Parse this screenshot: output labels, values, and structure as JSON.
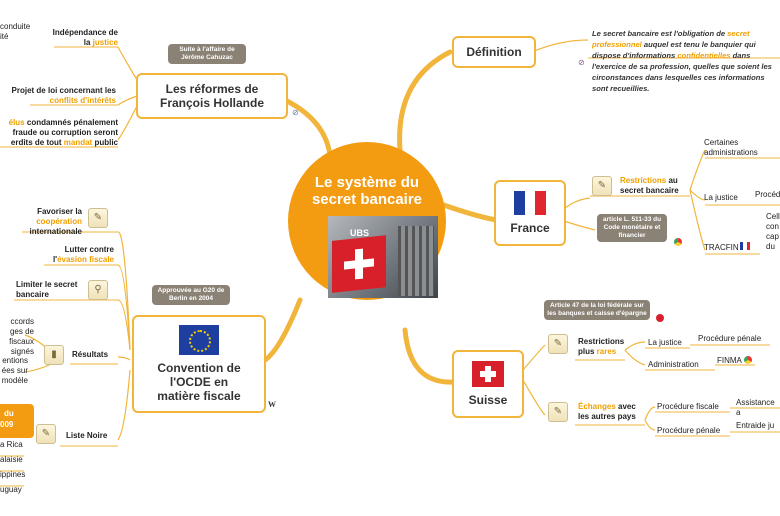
{
  "center": {
    "title_line1": "Le système du",
    "title_line2": "secret bancaire",
    "photo_label": "UBS"
  },
  "definition": {
    "title": "Définition",
    "text_part1": "Le secret bancaire est l'obligation de ",
    "text_hl1": "secret professionnel",
    "text_part2": " auquel est tenu le banquier qui dispose d'informations ",
    "text_hl2": "confidentielles",
    "text_part3": " dans l'exercice de sa profession, quelles que soient les circonstances dans lesquelles ces informations sont recueillies."
  },
  "france": {
    "title": "France",
    "restrictions_hl": "Restrictions",
    "restrictions_rest": " au secret bancaire",
    "article_badge": "article L. 511-33 du Code monétaire et financier",
    "admin": "Certaines administrations",
    "justice": "La justice",
    "procedure": "Procéd",
    "tracfin": "TRACFIN",
    "cell": "Cell",
    "con": "con",
    "cap": "cap",
    "du": "du"
  },
  "suisse": {
    "title": "Suisse",
    "article_badge": "Article 47 de la loi fédérale sur les banques et caisse d'épargne",
    "restrictions_bold": "Restrictions plus ",
    "restrictions_hl": "rares",
    "justice": "La justice",
    "proc_penale": "Procédure pénale",
    "administration": "Administration",
    "finma": "FINMA",
    "echanges_hl": "Échanges",
    "echanges_rest": " avec les autres pays",
    "proc_fiscale": "Procédure fiscale",
    "assistance": "Assistance a",
    "proc_penale2": "Procédure pénale",
    "entraide": "Entraide ju"
  },
  "hollande": {
    "title_line1": "Les réformes de",
    "title_line2": "François Hollande",
    "badge": "Suite à l'affaire de Jérôme Cahuzac",
    "independance_bold": "Indépendance de la ",
    "independance_hl": "justice",
    "conduite_top": "conduite",
    "conduite_bottom": "ité",
    "projet_bold": "Projet de loi concernant les ",
    "projet_hl": "conflits d'intérêts",
    "elus_hl": "élus",
    "elus_text1": " condamnés pénalement",
    "elus_text2": "fraude ou corruption seront",
    "elus_text3": "erdits de tout ",
    "elus_hl2": "mandat",
    "elus_text4": " public"
  },
  "ocde": {
    "title_line1": "Convention de",
    "title_line2": "l'OCDE en",
    "title_line3": "matière fiscale",
    "badge": "Approuvée au G20 de Berlin en 2004",
    "favoriser_bold": "Favoriser la ",
    "favoriser_hl": "coopération",
    "favoriser_rest": " internationale",
    "lutter_bold": "Lutter contre l'",
    "lutter_hl": "évasion fiscale",
    "limiter": "Limiter le secret bancaire",
    "resultats": "Résultats",
    "accords": "ccords",
    "ges_de": "ges de",
    "fiscaux": "fiscaux",
    "signes": "signés",
    "entions": "entions",
    "ees_sur": "ées sur",
    "modele": "modèle",
    "liste_noire": "Liste Noire",
    "orange_du": "du",
    "orange_year": "009",
    "rica": "a Rica",
    "alaisie": "alaisie",
    "ippines": "ippines",
    "uguay": "uguay"
  },
  "colors": {
    "center": "#f39c12",
    "branch": "#f2b53c",
    "highlight": "#f0a000",
    "badge": "#8a8275"
  }
}
